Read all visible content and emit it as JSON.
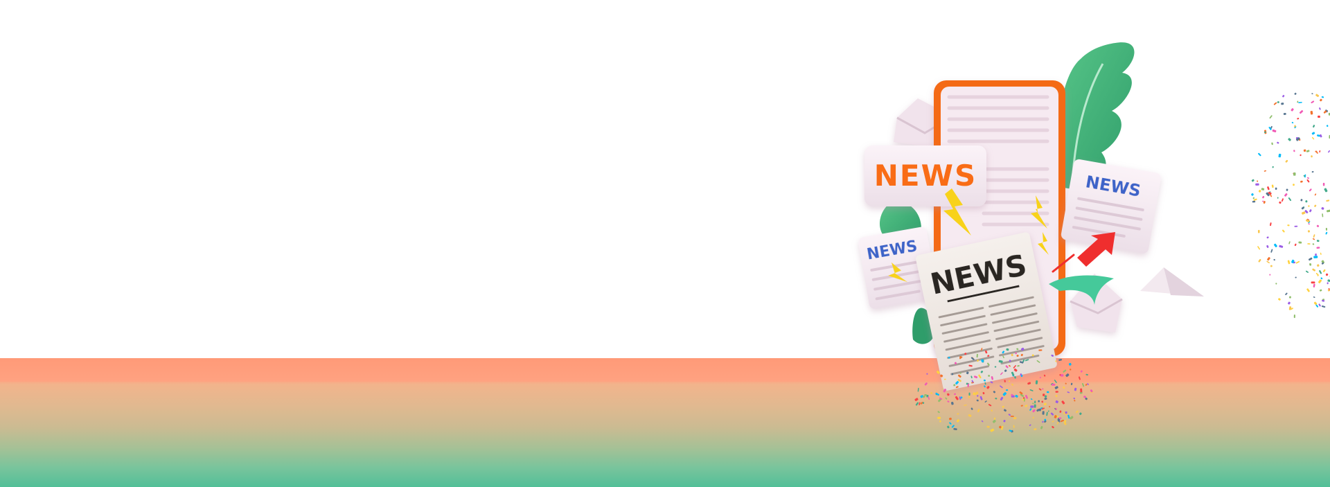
{
  "illustration": {
    "card_main": {
      "text": "NEWS"
    },
    "card_left": {
      "text": "NEWS"
    },
    "card_right": {
      "text": "NEWS"
    },
    "newspaper": {
      "text": "NEWS"
    }
  },
  "colors": {
    "accent_orange": "#f96c12",
    "phone_frame": "#f46b12",
    "card_blue": "#3c64c8",
    "leaf_green": "#45b27a",
    "floor_top": "#ff9877",
    "floor_bottom": "#52bf98"
  }
}
